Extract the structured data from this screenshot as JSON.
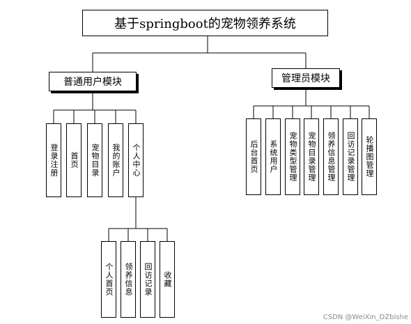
{
  "title": "基于springboot的宠物领养系统",
  "user_module": {
    "label": "普通用户模块",
    "items": [
      "登录注册",
      "首页",
      "宠物目录",
      "我的账户",
      "个人中心"
    ]
  },
  "personal_center": {
    "items": [
      "个人首页",
      "领养信息",
      "回访记录",
      "收藏"
    ]
  },
  "admin_module": {
    "label": "管理员模块",
    "items": [
      "后台首页",
      "系统用户",
      "宠物类型管理",
      "宠物目录管理",
      "领养信息管理",
      "回访记录管理",
      "轮播图管理"
    ]
  },
  "watermark": "CSDN @WeiXin_DZbishe"
}
